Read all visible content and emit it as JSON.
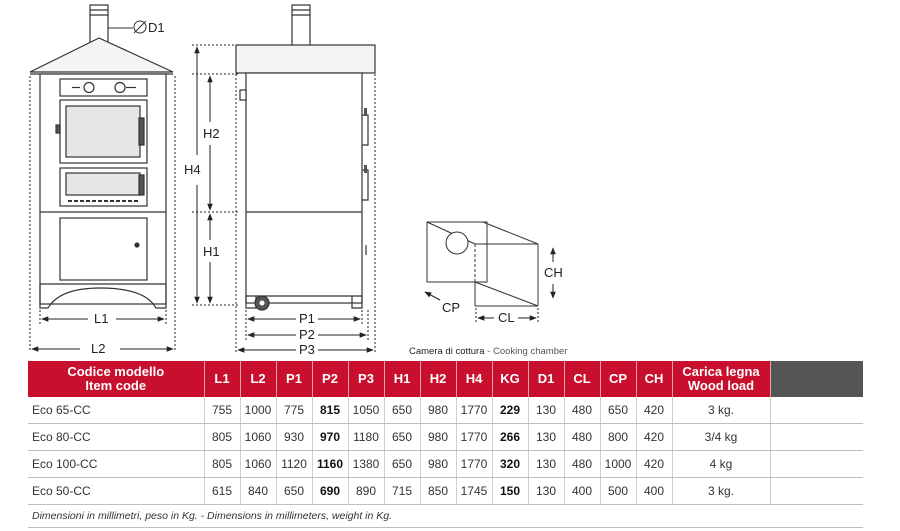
{
  "drawing": {
    "labels": {
      "d1": "D1",
      "l1": "L1",
      "l2": "L2",
      "h1": "H1",
      "h2": "H2",
      "h4": "H4",
      "p1": "P1",
      "p2": "P2",
      "p3": "P3",
      "ch": "CH",
      "cp": "CP",
      "cl": "CL"
    },
    "chamber_caption_it": "Camera di cottura",
    "chamber_caption_sep": " - ",
    "chamber_caption_en": "Cooking chamber"
  },
  "table": {
    "header_model_it": "Codice modello",
    "header_model_en": "Item  code",
    "columns": [
      "L1",
      "L2",
      "P1",
      "P2",
      "P3",
      "H1",
      "H2",
      "H4",
      "KG",
      "D1",
      "CL",
      "CP",
      "CH"
    ],
    "header_load_it": "Carica legna",
    "header_load_en": "Wood load",
    "rows": [
      {
        "model": "Eco 65-CC",
        "values": [
          "755",
          "1000",
          "775",
          "815",
          "1050",
          "650",
          "980",
          "1770",
          "229",
          "130",
          "480",
          "650",
          "420"
        ],
        "load": "3 kg."
      },
      {
        "model": "Eco 80-CC",
        "values": [
          "805",
          "1060",
          "930",
          "970",
          "1180",
          "650",
          "980",
          "1770",
          "266",
          "130",
          "480",
          "800",
          "420"
        ],
        "load": "3/4 kg"
      },
      {
        "model": "Eco 100-CC",
        "values": [
          "805",
          "1060",
          "1120",
          "1160",
          "1380",
          "650",
          "980",
          "1770",
          "320",
          "130",
          "480",
          "1000",
          "420"
        ],
        "load": "4 kg"
      },
      {
        "model": "Eco 50-CC",
        "values": [
          "615",
          "840",
          "650",
          "690",
          "890",
          "715",
          "850",
          "1745",
          "150",
          "130",
          "400",
          "500",
          "400"
        ],
        "load": "3 kg."
      }
    ],
    "bold_columns": [
      3,
      8
    ],
    "note": "Dimensioni in millimetri, peso in Kg.   - Dimensions in millimeters, weight in Kg."
  }
}
